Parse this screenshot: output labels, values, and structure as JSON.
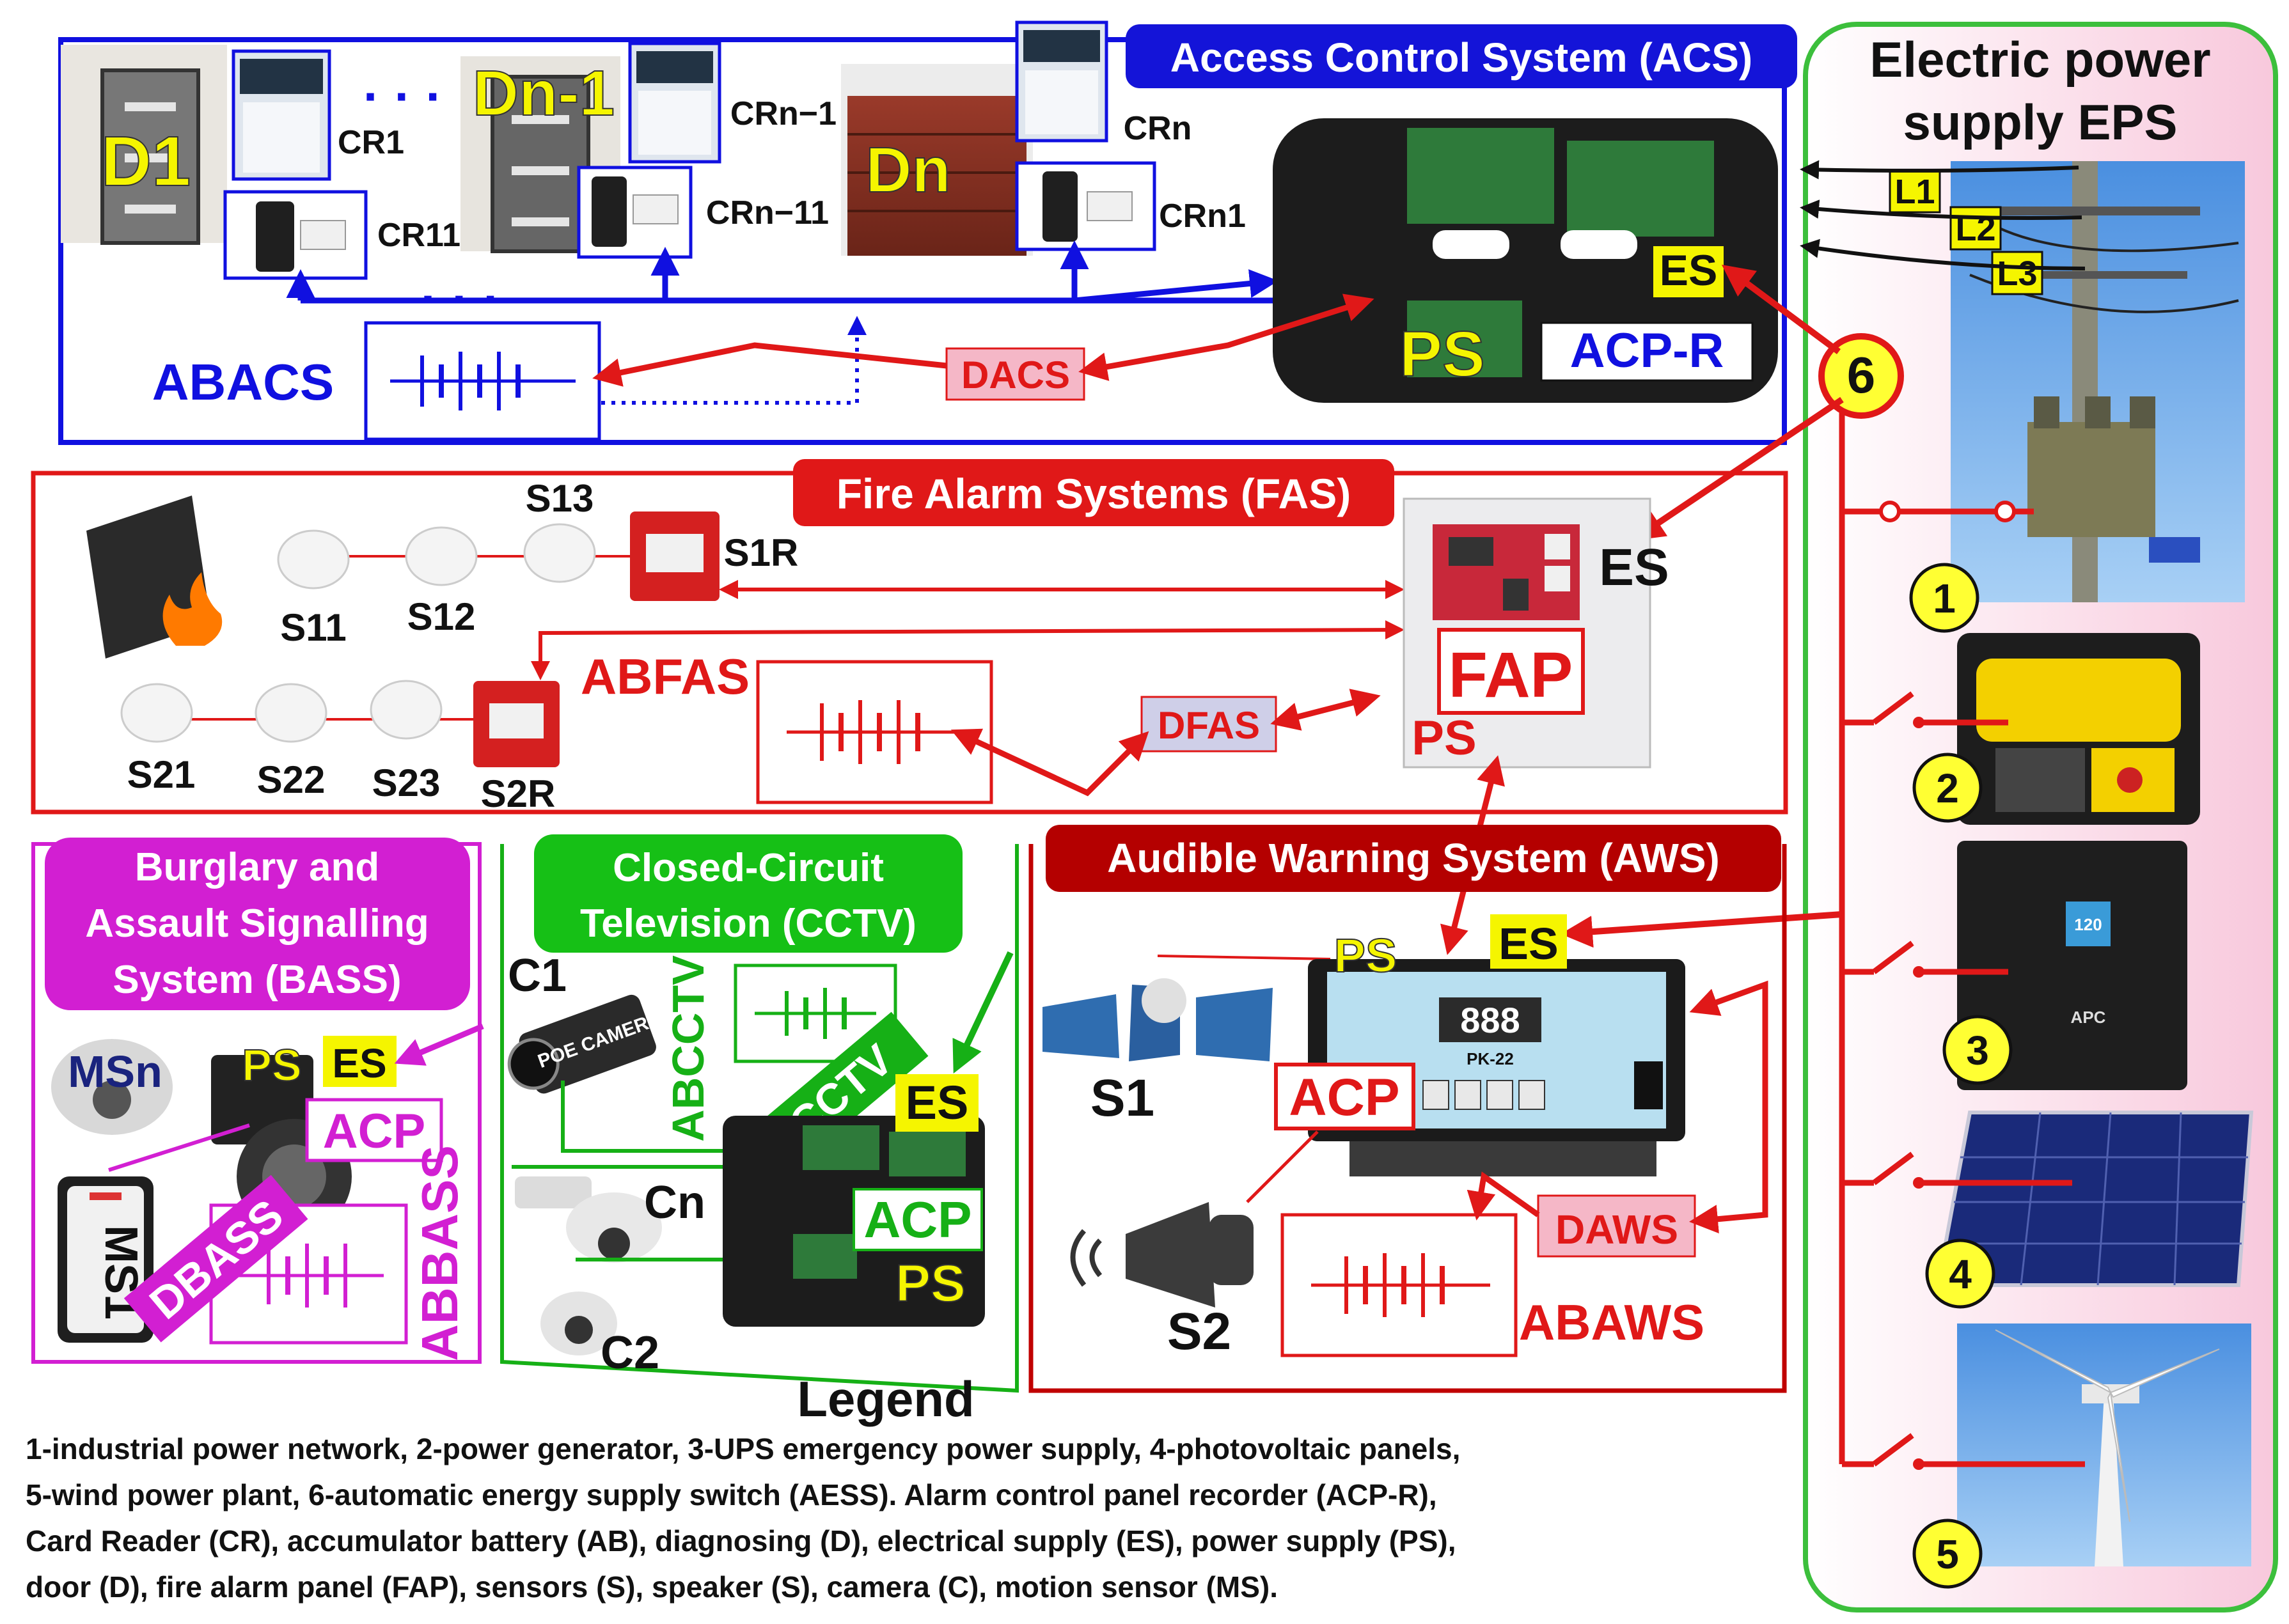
{
  "colors": {
    "acs": "#1010e0",
    "fas": "#e01818",
    "aws": "#c00000",
    "cctv": "#16b016",
    "bass": "#d21fd2",
    "eps": "#3cbf3c",
    "badge_yellow": "#ffff33",
    "label_yellow": "#f5f500"
  },
  "eps": {
    "title_line1": "Electric power",
    "title_line2": "supply EPS",
    "lines": [
      "L1",
      "L2",
      "L3"
    ],
    "sources": [
      "1",
      "2",
      "3",
      "4",
      "5"
    ],
    "aess": "6",
    "source_icons": [
      "power-pylon-icon",
      "generator-icon",
      "ups-icon",
      "solar-panel-icon",
      "wind-turbine-icon"
    ]
  },
  "acs": {
    "title": "Access Control System (ACS)",
    "doors": [
      "D1",
      "Dn-1",
      "Dn"
    ],
    "readers": [
      "CR1",
      "CRn−1",
      "CRn",
      "CR11",
      "CRn−11",
      "CRn1"
    ],
    "ab": "ABACS",
    "diag": "DACS",
    "es": "ES",
    "ps": "PS",
    "panel": "ACP-R",
    "dots": "· · ·"
  },
  "fas": {
    "title": "Fire Alarm Systems (FAS)",
    "sensors_row1": [
      "S11",
      "S12",
      "S13",
      "S1R"
    ],
    "sensors_row2": [
      "S21",
      "S22",
      "S23",
      "S2R"
    ],
    "ab": "ABFAS",
    "diag": "DFAS",
    "es": "ES",
    "panel": "FAP",
    "ps": "PS"
  },
  "bass": {
    "title_line1": "Burglary and",
    "title_line2": "Assault Signalling",
    "title_line3": "System (BASS)",
    "ms_n": "MSn",
    "ms_1": "MS1",
    "ps": "PS",
    "es": "ES",
    "acp": "ACP",
    "diag": "DBASS",
    "ab": "ABBASS"
  },
  "cctv": {
    "title_line1": "Closed-Circuit",
    "title_line2": "Television (CCTV)",
    "cameras": [
      "C1",
      "Cn",
      "C2"
    ],
    "camera_text": "POE CAMERA",
    "ab": "ABCCTV",
    "diag": "DCCTV",
    "es": "ES",
    "acp": "ACP",
    "ps": "PS"
  },
  "aws": {
    "title": "Audible Warning System (AWS)",
    "speakers": [
      "S1",
      "S2"
    ],
    "ps": "PS",
    "es": "ES",
    "acp": "ACP",
    "display": "888",
    "model": "PK-22",
    "diag": "DAWS",
    "ab": "ABAWS"
  },
  "legend": {
    "title": "Legend",
    "line1": "1-industrial power network, 2-power generator, 3-UPS emergency power supply, 4-photovoltaic panels,",
    "line2": "5-wind power plant, 6-automatic energy supply switch (AESS). Alarm control panel recorder (ACP-R),",
    "line3": "Card Reader (CR), accumulator battery (AB), diagnosing (D), electrical supply (ES), power supply (PS),",
    "line4": "door (D), fire alarm panel (FAP), sensors (S), speaker (S), camera (C), motion sensor (MS)."
  }
}
